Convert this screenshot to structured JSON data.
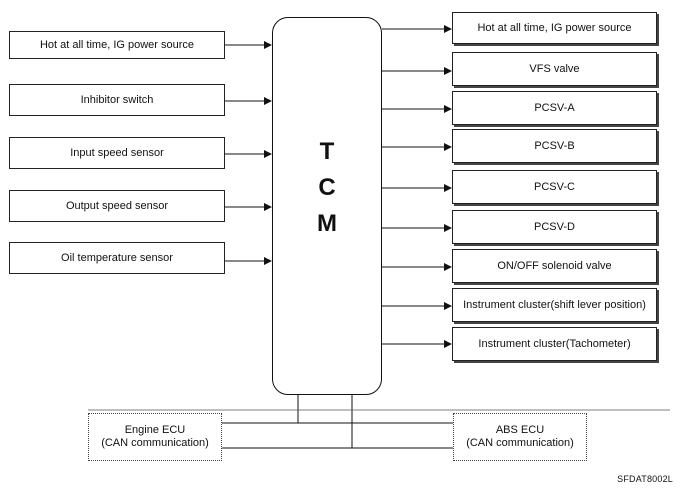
{
  "tcm": {
    "letters": [
      "T",
      "C",
      "M"
    ]
  },
  "inputs": [
    {
      "label": "Hot at all time, IG power source"
    },
    {
      "label": "Inhibitor switch"
    },
    {
      "label": "Input speed sensor"
    },
    {
      "label": "Output speed sensor"
    },
    {
      "label": "Oil temperature sensor"
    }
  ],
  "outputs": [
    {
      "label": "Hot at all time, IG power source"
    },
    {
      "label": "VFS valve"
    },
    {
      "label": "PCSV-A"
    },
    {
      "label": "PCSV-B"
    },
    {
      "label": "PCSV-C"
    },
    {
      "label": "PCSV-D"
    },
    {
      "label": "ON/OFF solenoid valve"
    },
    {
      "label": "Instrument cluster(shift lever position)"
    },
    {
      "label": "Instrument cluster(Tachometer)"
    }
  ],
  "can_nodes": {
    "engine": {
      "line1": "Engine ECU",
      "line2": "(CAN communication)"
    },
    "abs": {
      "line1": "ABS ECU",
      "line2": "(CAN communication)"
    }
  },
  "reference_code": "SFDAT8002L"
}
